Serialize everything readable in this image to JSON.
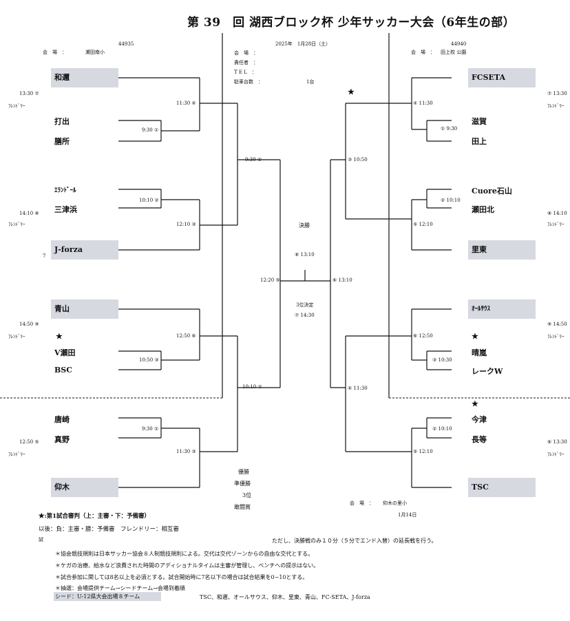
{
  "title": "第 39　回 湖西ブロック杯 少年サッカー大会（6年生の部）",
  "left_code": "44935",
  "right_code": "44940",
  "left_venue": {
    "label": "会　場　：",
    "value": "瀬田南小"
  },
  "right_venue": {
    "label": "会　場　：",
    "value": "田上校 公園"
  },
  "center_info": {
    "date": "2025年　1月28日（土）",
    "venue": "会　場　：",
    "manager": "責任者　：",
    "tel": "T E L　：",
    "count_label": "駐車台数　：",
    "count_value": "1台"
  },
  "left_teams": [
    {
      "name": "和邇",
      "shaded": true
    },
    {
      "name": "打出",
      "shaded": false
    },
    {
      "name": "膳所",
      "shaded": false
    },
    {
      "name": "ｴﾗﾝﾄﾞｰﾙ",
      "shaded": false
    },
    {
      "name": "三津浜",
      "shaded": false
    },
    {
      "name": "J-forza",
      "shaded": true
    },
    {
      "name": "青山",
      "shaded": true
    },
    {
      "name": "V瀬田",
      "shaded": false
    },
    {
      "name": "BSC",
      "shaded": false
    },
    {
      "name": "唐崎",
      "shaded": false
    },
    {
      "name": "真野",
      "shaded": false
    },
    {
      "name": "仰木",
      "shaded": true
    }
  ],
  "right_teams": [
    {
      "name": "FCSETA",
      "shaded": true
    },
    {
      "name": "滋賀",
      "shaded": false
    },
    {
      "name": "田上",
      "shaded": false
    },
    {
      "name": "Cuore石山",
      "shaded": false
    },
    {
      "name": "瀬田北",
      "shaded": false
    },
    {
      "name": "里東",
      "shaded": true
    },
    {
      "name": "ｵｰﾙｻｳｽ",
      "shaded": true
    },
    {
      "name": "晴嵐",
      "shaded": false
    },
    {
      "name": "レークW",
      "shaded": false
    },
    {
      "name": "今津",
      "shaded": false
    },
    {
      "name": "長等",
      "shaded": false
    },
    {
      "name": "TSC",
      "shaded": true
    }
  ],
  "left_friendly": [
    {
      "time": "13:30 ⑦",
      "label": "ﾌﾚﾝﾄﾞﾘｰ"
    },
    {
      "time": "14:10 ⑧",
      "label": "ﾌﾚﾝﾄﾞﾘｰ"
    },
    {
      "time": "14:50 ⑨",
      "label": "ﾌﾚﾝﾄﾞﾘｰ"
    },
    {
      "time": "12:50 ⑤",
      "label": "ﾌﾚﾝﾄﾞﾘｰ"
    }
  ],
  "right_friendly": [
    {
      "time": "⑦ 13:30",
      "label": "ﾌﾚﾝﾄﾞﾘｰ"
    },
    {
      "time": "⑧ 14:10",
      "label": "ﾌﾚﾝﾄﾞﾘｰ"
    },
    {
      "time": "⑨ 14:50",
      "label": "ﾌﾚﾝﾄﾞﾘｰ"
    },
    {
      "time": "⑥ 13:30",
      "label": "ﾌﾚﾝﾄﾞﾘｰ"
    }
  ],
  "left_match_labels": [
    "11:30 ④",
    "9:30 ①",
    "10:10 ②",
    "12:10 ③",
    "9:30 ①",
    "12:20 ⑤",
    "12:50 ⑥",
    "10:50 ③",
    "10:10 ②",
    "9:30 ①",
    "11:30 ③"
  ],
  "right_match_labels": [
    "④ 11:30",
    "① 9:30",
    "③ 10:50",
    "② 10:10",
    "⑤ 12:10",
    "⑥ 13:10",
    "⑥ 12:50",
    "③ 10:30",
    "④ 11:30",
    "② 10:10",
    "⑤ 12:10"
  ],
  "left_j_forza_mark": "7",
  "star": "★",
  "final": {
    "label": "決勝",
    "time": "⑧ 13:10",
    "third_label": "3位決定",
    "third_time": "⑦ 14:30"
  },
  "awards": [
    "優勝",
    "準優勝",
    "3位",
    "敢闘賞"
  ],
  "bottom_right_venue": {
    "label": "会　場　：",
    "value": "仰木の里小"
  },
  "bottom_right_date": "1月14日",
  "notes": {
    "star_note": "★:第1試合審判（上：主審・下：予備審）",
    "rule_note": "以後：負：主審・勝：予備審　フレンドリー：相互審",
    "small_tag": "試",
    "final_note": "ただし、決勝戦のみ１０分（５分でエンド入替）の延長戦を行う。",
    "bullets": [
      "＊協会競技規則は日本サッカー協会８人制競技規則による。交代は交代ゾーンからの自由な交代とする。",
      "＊ケガの治療、給水など浪費された時間のアディショナルタイムは主審が管理し、ベンチへの提示はない。",
      "＊試合参加に関しては8名以上を必須とする。試合開始時に7名以下の場合は試合結果を0−10とする。",
      "＊抽選：会場提供チーム→シードチーム→会場到着順"
    ],
    "seed_label": "シード：U-12県大会出場８チーム",
    "seed_teams": "TSC、和邇、オールサウス、仰木、里東、青山、FC-SETA、J-forza"
  }
}
